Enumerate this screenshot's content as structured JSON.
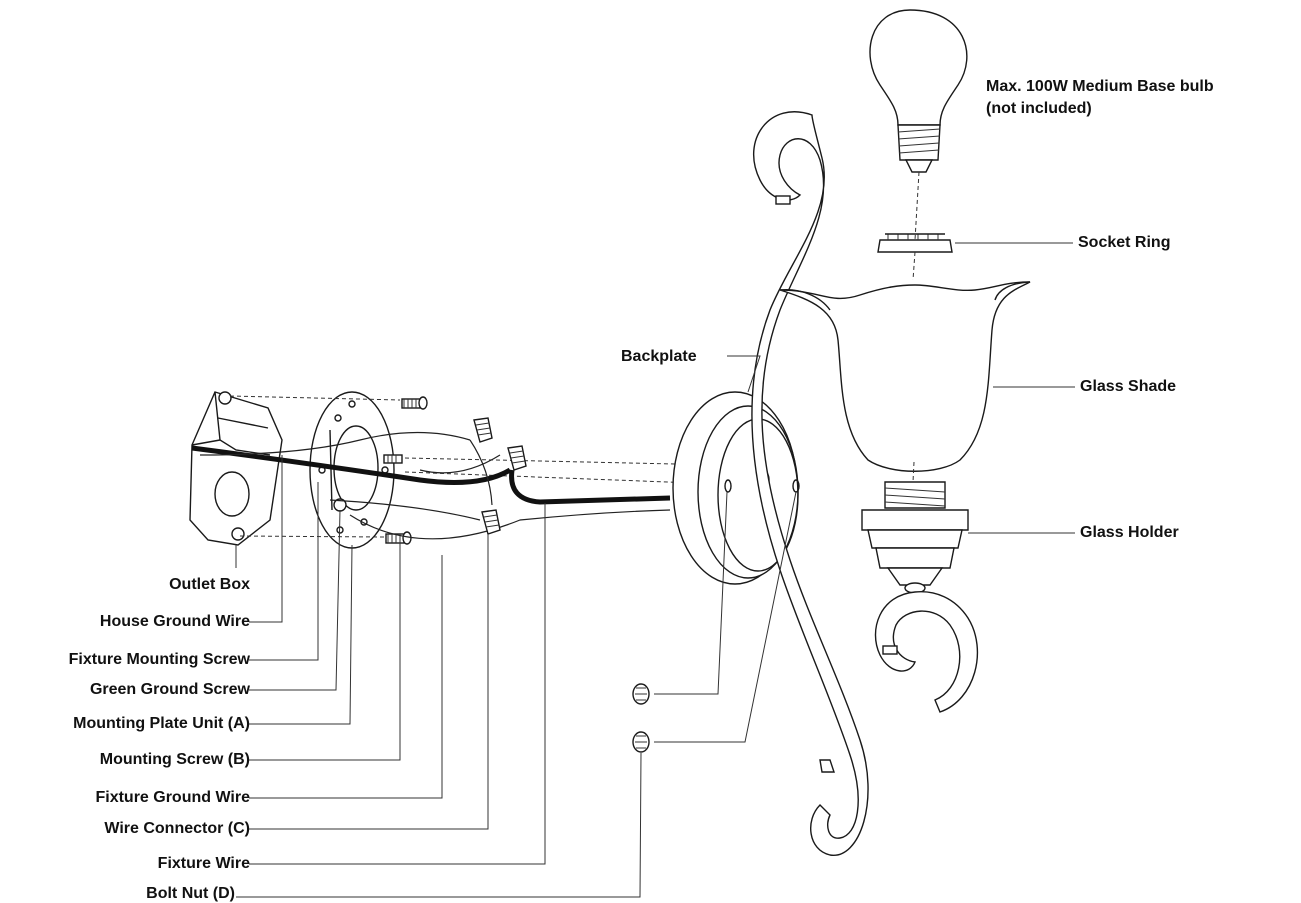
{
  "labels": {
    "bulb": "Max. 100W Medium Base bulb",
    "bulb_note": "(not included)",
    "socket_ring": "Socket Ring",
    "backplate": "Backplate",
    "glass_shade": "Glass Shade",
    "glass_holder": "Glass Holder",
    "outlet_box": "Outlet Box",
    "house_ground_wire": "House Ground Wire",
    "fixture_mounting_screw": "Fixture Mounting Screw",
    "green_ground_screw": "Green Ground Screw",
    "mounting_plate_unit": "Mounting Plate Unit (A)",
    "mounting_screw": "Mounting Screw (B)",
    "fixture_ground_wire": "Fixture Ground Wire",
    "wire_connector": "Wire Connector (C)",
    "fixture_wire": "Fixture Wire",
    "bolt_nut": "Bolt Nut (D)"
  }
}
